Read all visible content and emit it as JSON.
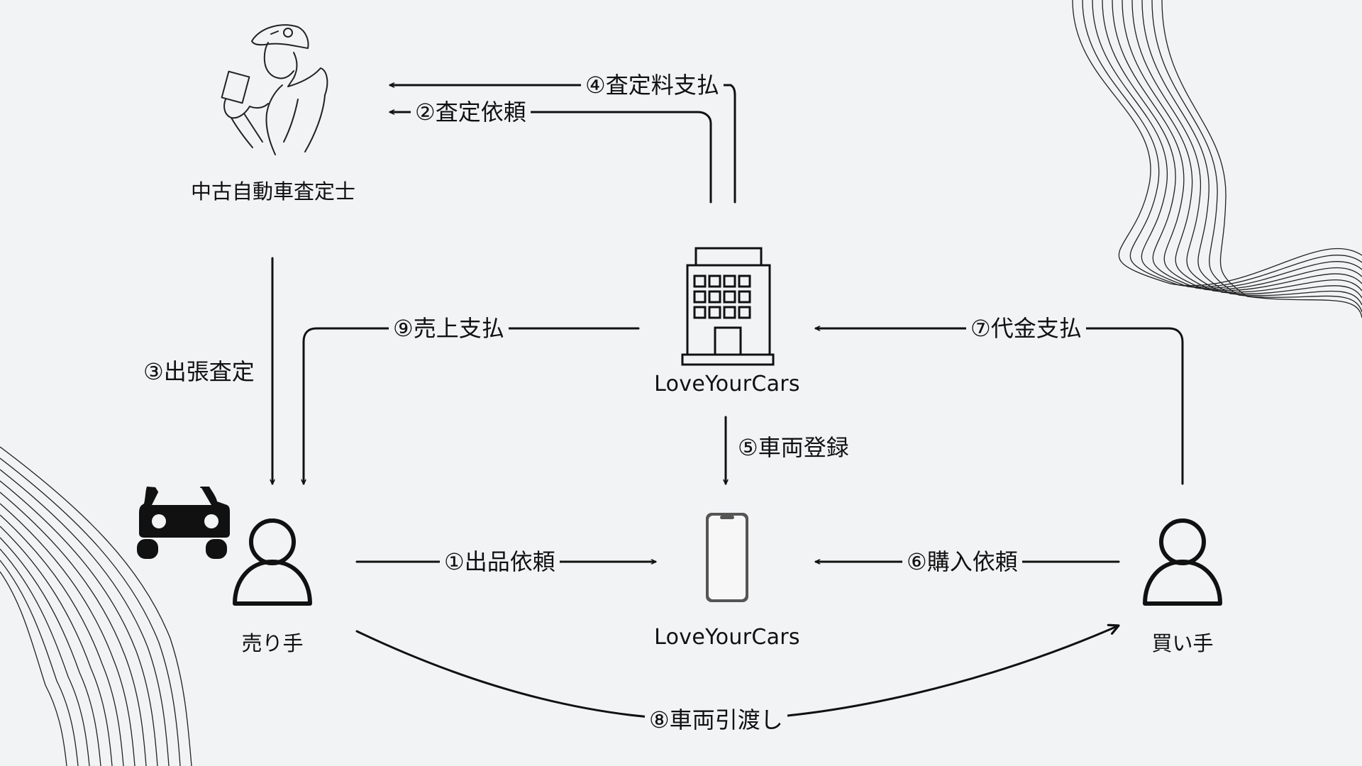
{
  "nodes": {
    "inspector": "中古自動車査定士",
    "company": "LoveYourCars",
    "app": "LoveYourCars",
    "seller": "売り手",
    "buyer": "買い手"
  },
  "steps": {
    "s1": "①出品依頼",
    "s2": "②査定依頼",
    "s3": "③出張査定",
    "s4": "④査定料支払",
    "s5": "⑤車両登録",
    "s6": "⑥購入依頼",
    "s7": "⑦代金支払",
    "s8": "⑧車両引渡し",
    "s9": "⑨売上支払"
  },
  "colors": {
    "background": "#f2f3f5",
    "ink": "#111111"
  }
}
